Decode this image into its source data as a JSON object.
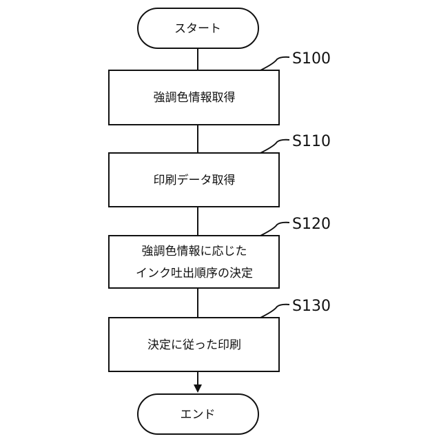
{
  "start": {
    "label": "スタート"
  },
  "end": {
    "label": "エンド"
  },
  "steps": [
    {
      "id": "S100",
      "lines": [
        "強調色情報取得"
      ]
    },
    {
      "id": "S110",
      "lines": [
        "印刷データ取得"
      ]
    },
    {
      "id": "S120",
      "lines": [
        "強調色情報に応じた",
        "インク吐出順序の決定"
      ]
    },
    {
      "id": "S130",
      "lines": [
        "決定に従った印刷"
      ]
    }
  ]
}
